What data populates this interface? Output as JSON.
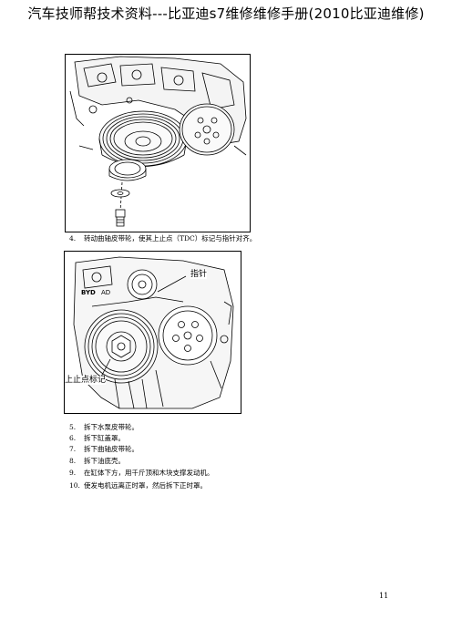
{
  "header": {
    "title": "汽车技师帮技术资料---比亚迪s7维修维修手册(2010比亚迪维修)"
  },
  "step4": {
    "number": "4.",
    "text": "转动曲轴皮带轮，使其上止点（TDC）标记与指针对齐。"
  },
  "figure2": {
    "pointer_label": "指针",
    "tdc_label": "上止点标记",
    "brand_text": "BYD",
    "brand_suffix": "AD"
  },
  "steps": [
    {
      "number": "5.",
      "text": "拆下水泵皮带轮。"
    },
    {
      "number": "6.",
      "text": "拆下缸盖罩。"
    },
    {
      "number": "7.",
      "text": "拆下曲轴皮带轮。"
    },
    {
      "number": "8.",
      "text": "拆下油底壳。"
    },
    {
      "number": "9.",
      "text": "在缸体下方，用千斤顶和木块支撑发动机。"
    },
    {
      "number": "10.",
      "text": "使发电机远离正时罩，然后拆下正时罩。"
    }
  ],
  "page_number": "11"
}
